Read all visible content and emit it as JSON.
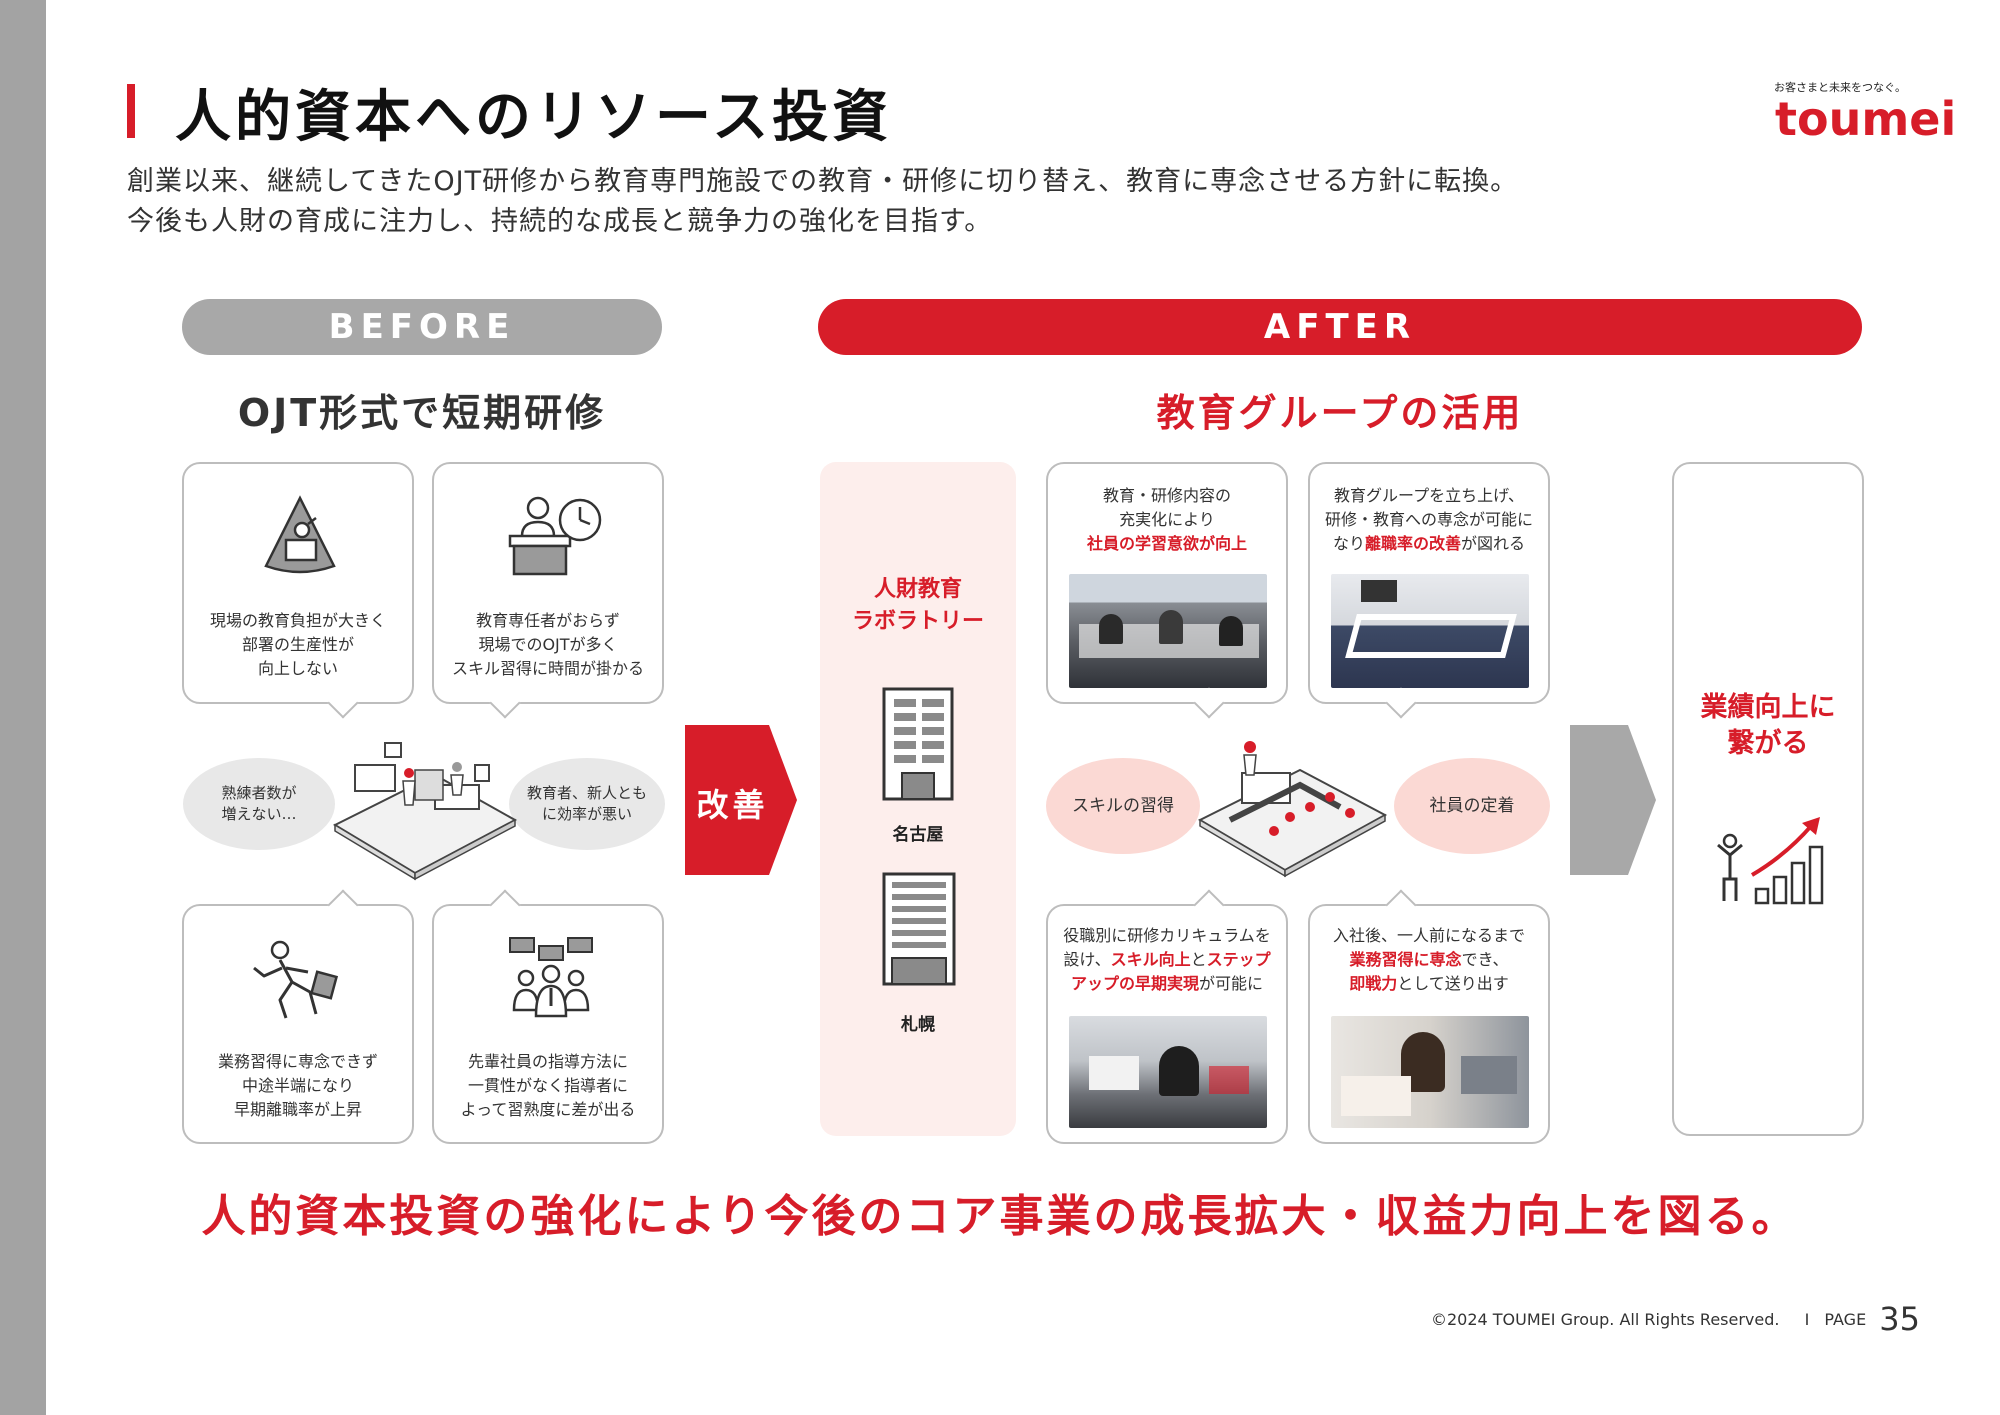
{
  "header": {
    "title": "人的資本へのリソース投資",
    "subtitle_lines": [
      "創業以来、継続してきたOJT研修から教育専門施設での教育・研修に切り替え、教育に専念させる方針に転換。",
      "今後も人財の育成に注力し、持続的な成長と競争力の強化を目指す。"
    ],
    "logo_tagline": "お客さまと未来をつなぐ。",
    "logo": "toumei"
  },
  "before": {
    "label": "BEFORE",
    "title": "OJT形式で短期研修",
    "cards": [
      {
        "lines": [
          "現場の教育負担が大きく",
          "部署の生産性が",
          "向上しない"
        ],
        "icon": "lecturer-icon"
      },
      {
        "lines": [
          "教育専任者がおらず",
          "現場でのOJTが多く",
          "スキル習得に時間が掛かる"
        ],
        "icon": "desk-clock-icon"
      },
      {
        "lines": [
          "業務習得に専念できず",
          "中途半端になり",
          "早期離職率が上昇"
        ],
        "icon": "running-man-icon"
      },
      {
        "lines": [
          "先輩社員の指導方法に",
          "一貫性がなく指導者に",
          "よって習熟度に差が出る"
        ],
        "icon": "group-chat-icon"
      }
    ],
    "ovals": [
      {
        "lines": [
          "熟練者数が",
          "増えない…"
        ]
      },
      {
        "lines": [
          "教育者、新人とも",
          "に効率が悪い"
        ]
      }
    ]
  },
  "kaizen": {
    "label": "改善"
  },
  "after": {
    "label": "AFTER",
    "title": "教育グループの活用",
    "lab": {
      "title_lines": [
        "人財教育",
        "ラボラトリー"
      ],
      "cities": [
        "名古屋",
        "札幌"
      ]
    },
    "cards": [
      {
        "plain": [
          "教育・研修内容の",
          "充実化により"
        ],
        "red": "社員の学習意欲が向上"
      },
      {
        "l1": "教育グループを立ち上げ、",
        "l2": "研修・教育への専念が可能に",
        "l3a": "なり",
        "l3red": "離職率の改善",
        "l3b": "が図れる"
      },
      {
        "l1": "役職別に研修カリキュラムを",
        "l2a": "設け、",
        "l2red1": "スキル向上",
        "l2b": "と",
        "l2red2": "ステップ",
        "l3red": "アップの早期実現",
        "l3b": "が可能に"
      },
      {
        "l1": "入社後、一人前になるまで",
        "l2red": "業務習得に専念",
        "l2b": "でき、",
        "l3red": "即戦力",
        "l3b": "として送り出す"
      }
    ],
    "ovals": [
      {
        "text": "スキルの習得"
      },
      {
        "text": "社員の定着"
      }
    ]
  },
  "result": {
    "title_lines": [
      "業績向上に",
      "繋がる"
    ]
  },
  "conclusion": "人的資本投資の強化により今後のコア事業の成長拡大・収益力向上を図る。",
  "footer": {
    "copyright": "©2024 TOUMEI Group. All Rights Reserved.",
    "page_label": "PAGE",
    "page_number": "35"
  },
  "colors": {
    "accent": "#d71d29",
    "gray": "#a8a8a8",
    "pink": "#fbd9d4"
  }
}
